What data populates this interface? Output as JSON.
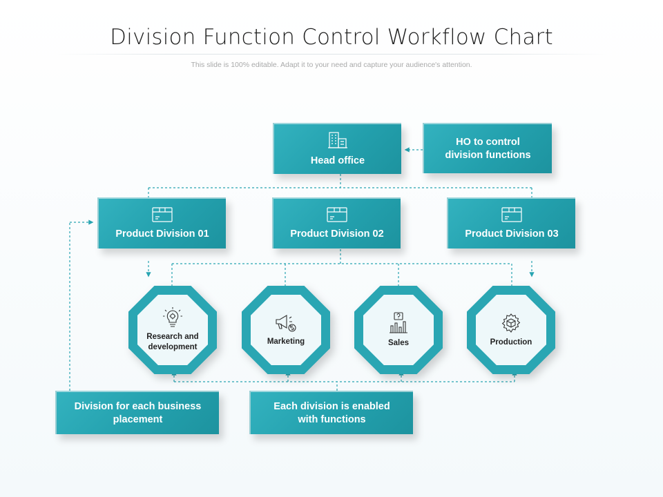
{
  "title": "Division Function Control Workflow Chart",
  "subtitle": "This slide is 100% editable. Adapt it to your need and capture your audience's attention.",
  "colors": {
    "accent": "#27a4b1",
    "accent_dark": "#1d939f",
    "octagon_fill": "#eef8fa",
    "connector": "#27a4b1"
  },
  "head_office": {
    "label": "Head office",
    "icon": "building-icon"
  },
  "ho_note": {
    "label": "HO to control division functions"
  },
  "divisions": [
    {
      "label": "Product Division 01",
      "icon": "box-icon"
    },
    {
      "label": "Product Division 02",
      "icon": "box-icon"
    },
    {
      "label": "Product Division 03",
      "icon": "box-icon"
    }
  ],
  "functions": [
    {
      "label": "Research and development",
      "icon": "lightbulb-gear-icon"
    },
    {
      "label": "Marketing",
      "icon": "megaphone-dollar-icon"
    },
    {
      "label": "Sales",
      "icon": "bar-chart-icon"
    },
    {
      "label": "Production",
      "icon": "gear-cube-icon"
    }
  ],
  "notes": [
    {
      "label": "Division for each business placement"
    },
    {
      "label": "Each division is enabled with functions"
    }
  ]
}
